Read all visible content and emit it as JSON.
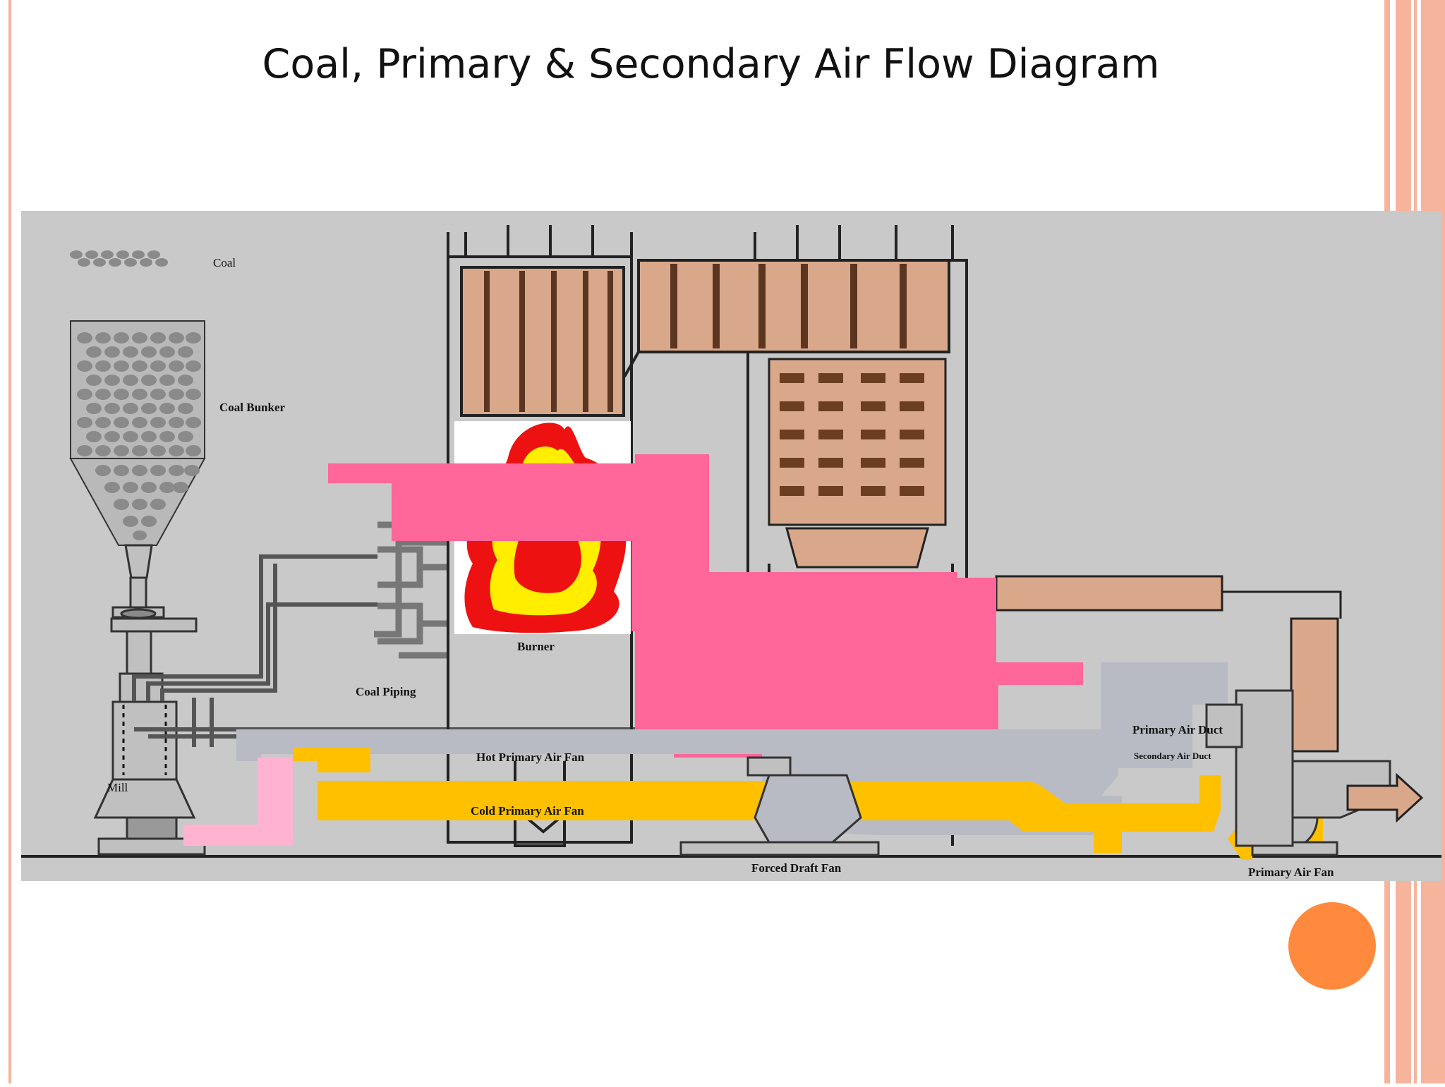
{
  "slide": {
    "title": "Coal, Primary & Secondary Air Flow Diagram"
  },
  "theme": {
    "border_color": "#f6b49c",
    "accent_orb": "#ff8a3d",
    "background": "#ffffff"
  },
  "diagram": {
    "background": "#c8c9c8",
    "colors": {
      "hot_primary_air": "#ff6699",
      "cold_primary_air": "#ffc000",
      "secondary_air": "#b8bbc4",
      "coal_air_mix": "#ffb3d1",
      "heat_surfaces": "#d9a88a",
      "flame_red": "#ee1111",
      "flame_yellow": "#ffee00"
    },
    "labels": {
      "coal": "Coal",
      "coal_bunker": "Coal Bunker",
      "burner": "Burner",
      "coal_piping": "Coal Piping",
      "mill": "Mill",
      "hot_primary_air_fan": "Hot Primary Air Fan",
      "cold_primary_air_fan": "Cold Primary Air Fan",
      "primary_air_duct": "Primary Air Duct",
      "secondary_air_duct": "Secondary Air Duct",
      "forced_draft_fan": "Forced Draft Fan",
      "primary_air_fan": "Primary Air Fan"
    }
  }
}
